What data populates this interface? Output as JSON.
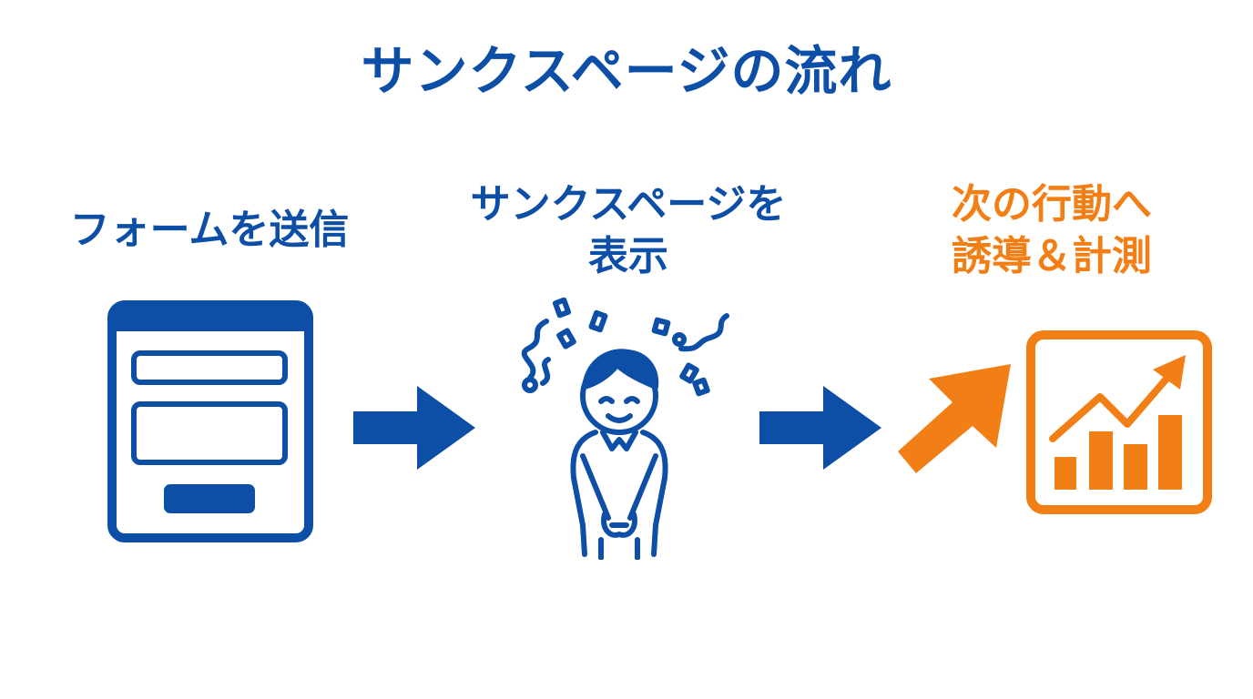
{
  "title": "サンクスページの流れ",
  "steps": [
    {
      "line1": "フォームを送信",
      "line2": ""
    },
    {
      "line1": "サンクスページを",
      "line2": "表示"
    },
    {
      "line1": "次の行動へ",
      "line2": "誘導＆計測"
    }
  ],
  "colors": {
    "blue": "#0d4ea6",
    "orange": "#f27f15"
  },
  "icons": [
    "form-icon",
    "bowing-person-icon",
    "growth-chart-icon",
    "right-arrow-icon",
    "up-right-arrow-icon"
  ]
}
